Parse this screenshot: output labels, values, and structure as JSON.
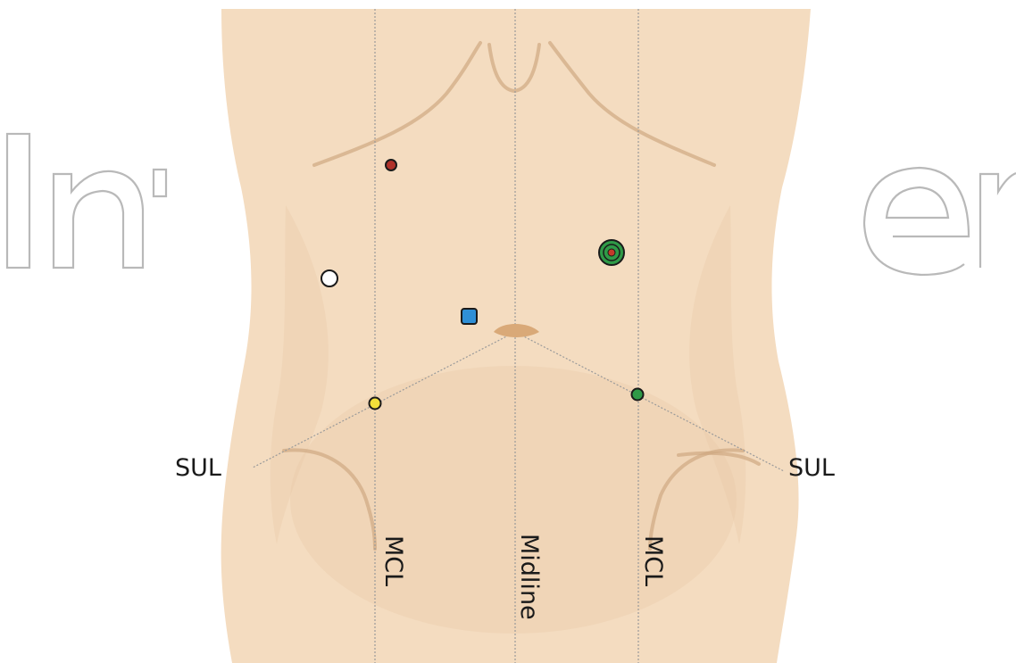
{
  "labels": {
    "sul_left": "SUL",
    "sul_right": "SUL",
    "mcl_left": "MCL",
    "midline": "Midline",
    "mcl_right": "MCL"
  },
  "watermark": {
    "left": "In",
    "right": "en"
  },
  "colors": {
    "skin": "#f4dcc0",
    "skin_shadow": "#e9c9a6",
    "contour": "#cfa882",
    "guide_line": "#9a9a9a",
    "umbilicus": "#d9a978",
    "port_red": "#b0322a",
    "port_white": "#ffffff",
    "port_blue": "#2f8fd6",
    "port_yellow": "#f2df3a",
    "port_green": "#2f9a47",
    "port_green_center": "#c43a2a"
  },
  "markers": [
    {
      "name": "red-port",
      "color": "port_red",
      "shape": "circle"
    },
    {
      "name": "white-port",
      "color": "port_white",
      "shape": "circle"
    },
    {
      "name": "blue-port",
      "color": "port_blue",
      "shape": "square"
    },
    {
      "name": "green-target-port",
      "color": "port_green",
      "shape": "target"
    },
    {
      "name": "yellow-port",
      "color": "port_yellow",
      "shape": "circle"
    },
    {
      "name": "green-port",
      "color": "port_green",
      "shape": "circle"
    }
  ]
}
